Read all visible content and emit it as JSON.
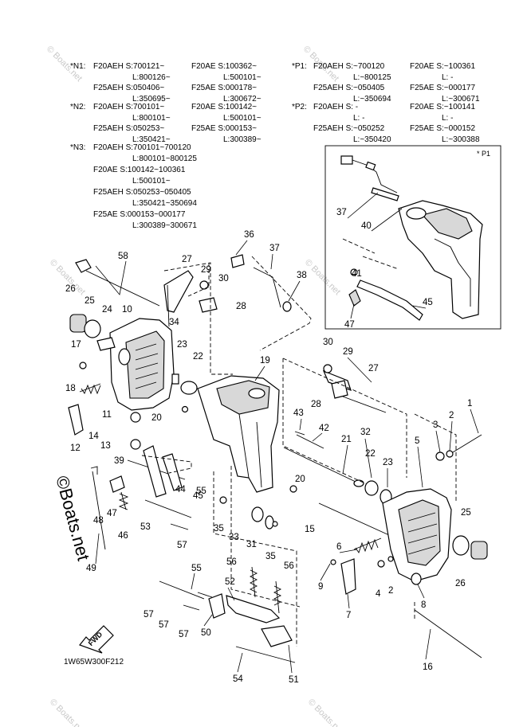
{
  "notes": {
    "n1": {
      "tag": "*N1:",
      "lines": [
        [
          "F20AEH S:700121~",
          "F20AE S:100362~"
        ],
        [
          "L:800126~",
          "L:500101~"
        ],
        [
          "F25AEH S:050406~",
          "F25AE S:000178~"
        ],
        [
          "L:350695~",
          "L:300672~"
        ]
      ]
    },
    "n2": {
      "tag": "*N2:",
      "lines": [
        [
          "F20AEH S:700101~",
          "F20AE S:100142~"
        ],
        [
          "L:800101~",
          "L:500101~"
        ],
        [
          "F25AEH S:050253~",
          "F25AE S:000153~"
        ],
        [
          "L:350421~",
          "L:300389~"
        ]
      ]
    },
    "n3": {
      "tag": "*N3:",
      "lines": [
        "F20AEH S:700101~700120",
        "L:800101~800125",
        "F20AE S:100142~100361",
        "L:500101~",
        "F25AEH S:050253~050405",
        "L:350421~350694",
        "F25AE S:000153~000177",
        "L:300389~300671"
      ]
    },
    "p1": {
      "tag": "*P1:",
      "lines": [
        [
          "F20AEH S:~700120",
          "F20AE S:~100361"
        ],
        [
          "L:~800125",
          "L: -"
        ],
        [
          "F25AEH S:~050405",
          "F25AE S:~000177"
        ],
        [
          "L:~350694",
          "L:~300671"
        ]
      ]
    },
    "p2": {
      "tag": "*P2:",
      "lines": [
        [
          "F20AEH S: -",
          "F20AE S:~100141"
        ],
        [
          "L: -",
          "L: -"
        ],
        [
          "F25AEH S:~050252",
          "F25AE S:~000152"
        ],
        [
          "L:~350420",
          "L:~300388"
        ]
      ]
    }
  },
  "inset_label": "* P1",
  "part_numbers": [
    "1",
    "2",
    "2",
    "3",
    "4",
    "5",
    "6",
    "7",
    "8",
    "9",
    "10",
    "11",
    "12",
    "13",
    "14",
    "15",
    "16",
    "17",
    "18",
    "19",
    "20",
    "20",
    "21",
    "22",
    "22",
    "23",
    "23",
    "24",
    "25",
    "25",
    "26",
    "26",
    "27",
    "27",
    "28",
    "28",
    "29",
    "29",
    "30",
    "30",
    "31",
    "32",
    "33",
    "34",
    "35",
    "35",
    "36",
    "37",
    "37",
    "38",
    "39",
    "40",
    "41",
    "42",
    "43",
    "44",
    "45",
    "45",
    "46",
    "47",
    "47",
    "48",
    "49",
    "50",
    "51",
    "52",
    "53",
    "54",
    "55",
    "55",
    "56",
    "56",
    "57",
    "57",
    "57",
    "57",
    "58"
  ],
  "fwd_label": "FWD",
  "drawing_code": "1W65W300F212",
  "watermark": "© Boats.net",
  "watermark_side": "©Boats.net"
}
